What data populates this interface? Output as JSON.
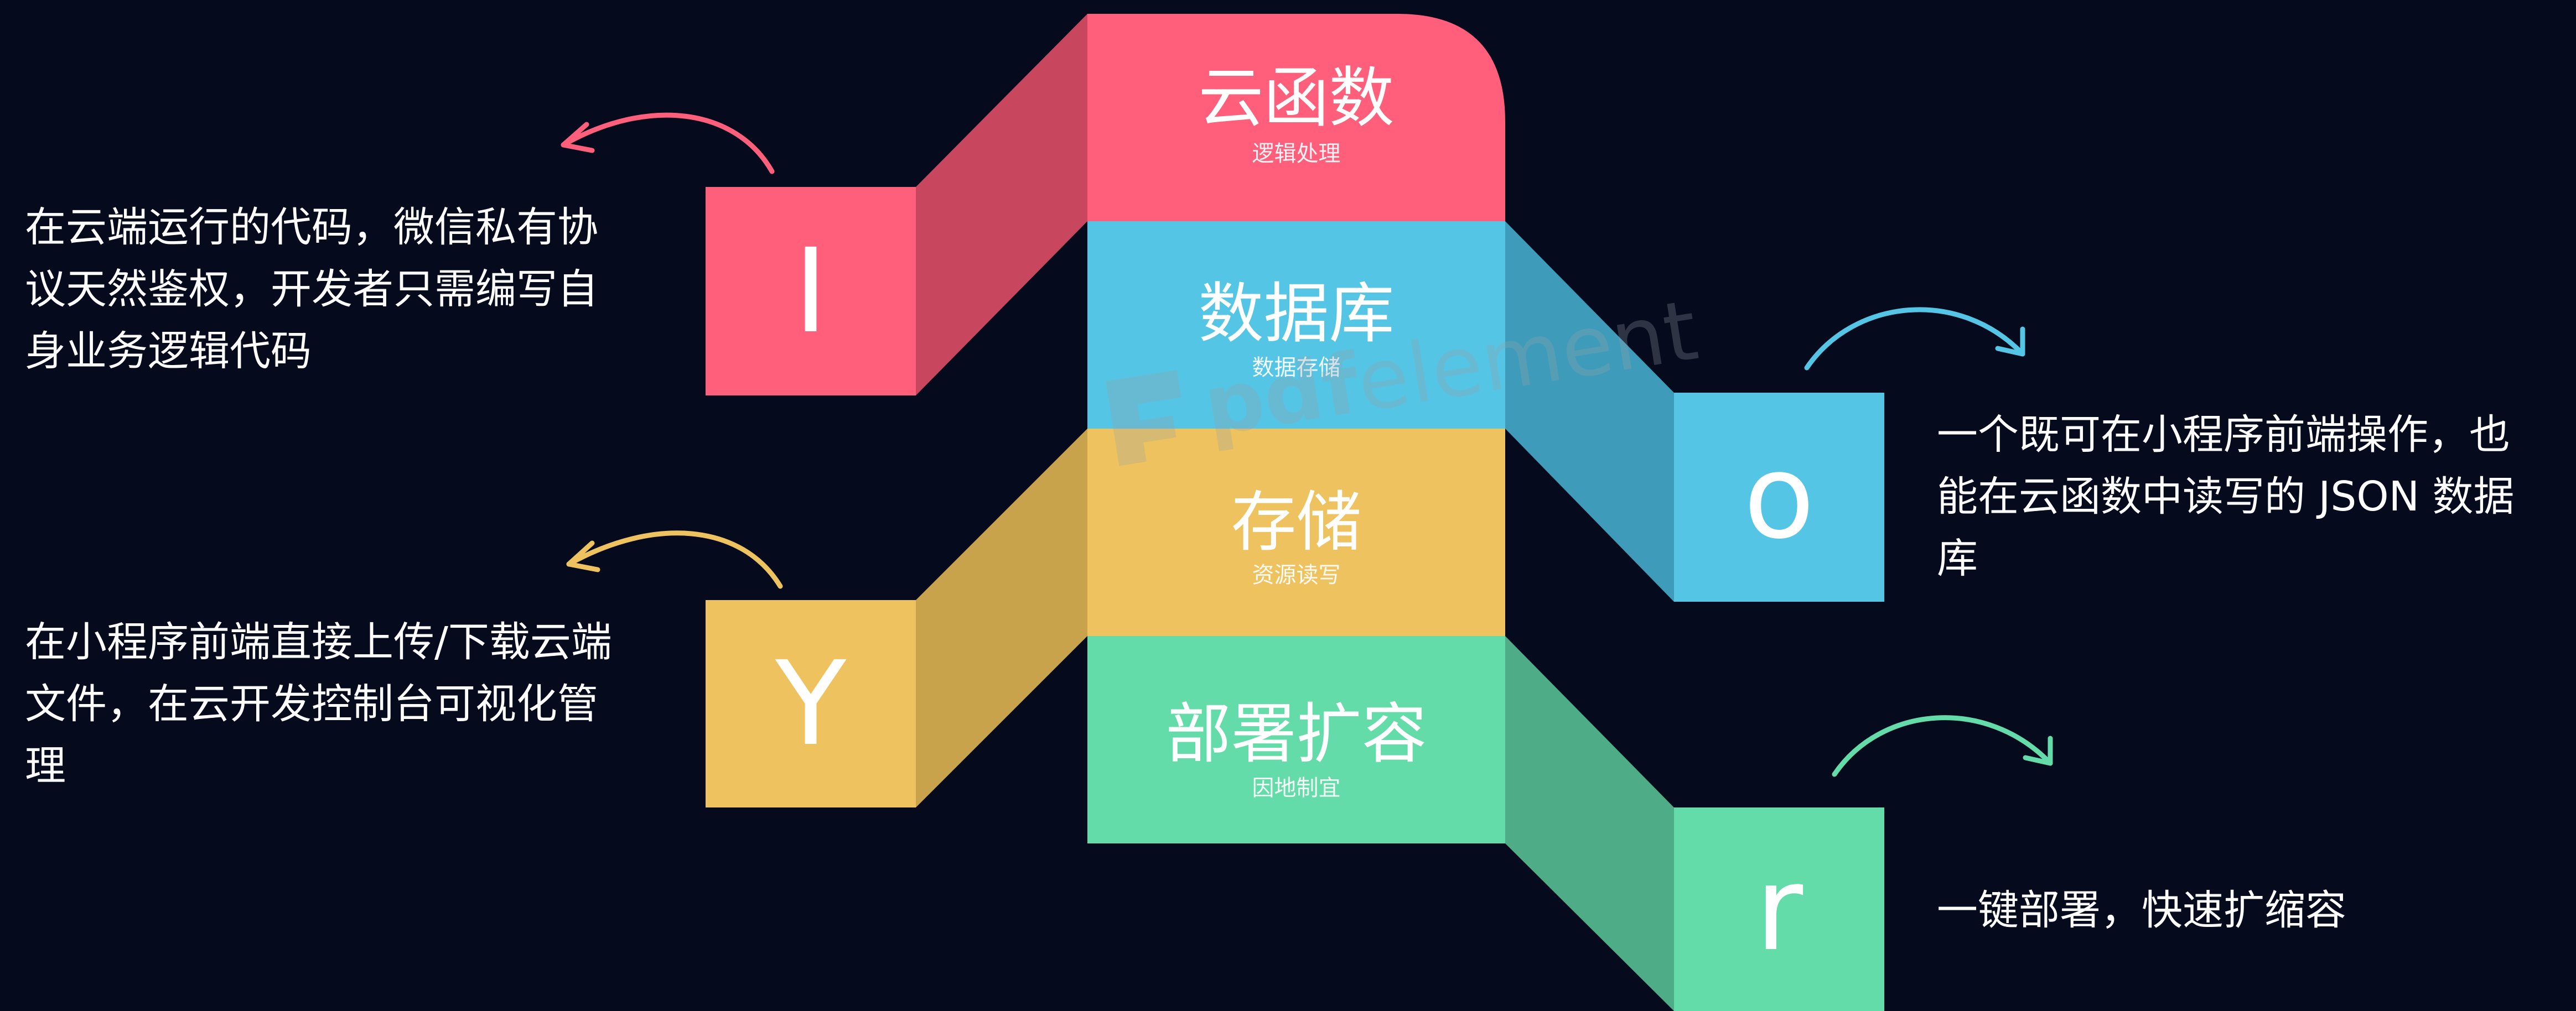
{
  "blocks": [
    {
      "title": "云函数",
      "subtitle": "逻辑处理",
      "color": "#ff5f7a"
    },
    {
      "title": "数据库",
      "subtitle": "数据存储",
      "color": "#55c5e5"
    },
    {
      "title": "存储",
      "subtitle": "资源读写",
      "color": "#eec35f"
    },
    {
      "title": "部署扩容",
      "subtitle": "因地制宜",
      "color": "#63dcaa"
    }
  ],
  "tiles": [
    {
      "letter": "I",
      "color": "#ff5f7a"
    },
    {
      "letter": "o",
      "color": "#55c5e5"
    },
    {
      "letter": "Y",
      "color": "#eec35f"
    },
    {
      "letter": "r",
      "color": "#63dcaa"
    }
  ],
  "descriptions": {
    "cloud_function": [
      "在云端运行的代码，微信私有协",
      "议天然鉴权，开发者只需编写自",
      "身业务逻辑代码"
    ],
    "database": [
      "一个既可在小程序前端操作，也",
      "能在云函数中读写的 JSON 数据",
      "库"
    ],
    "storage": [
      "在小程序前端直接上传/下载云端",
      "文件，在云开发控制台可视化管",
      "理"
    ],
    "deploy": [
      "一键部署，快速扩缩容"
    ]
  },
  "watermark": {
    "bold": "pdf",
    "regular": "element"
  },
  "background": "#050a1c"
}
